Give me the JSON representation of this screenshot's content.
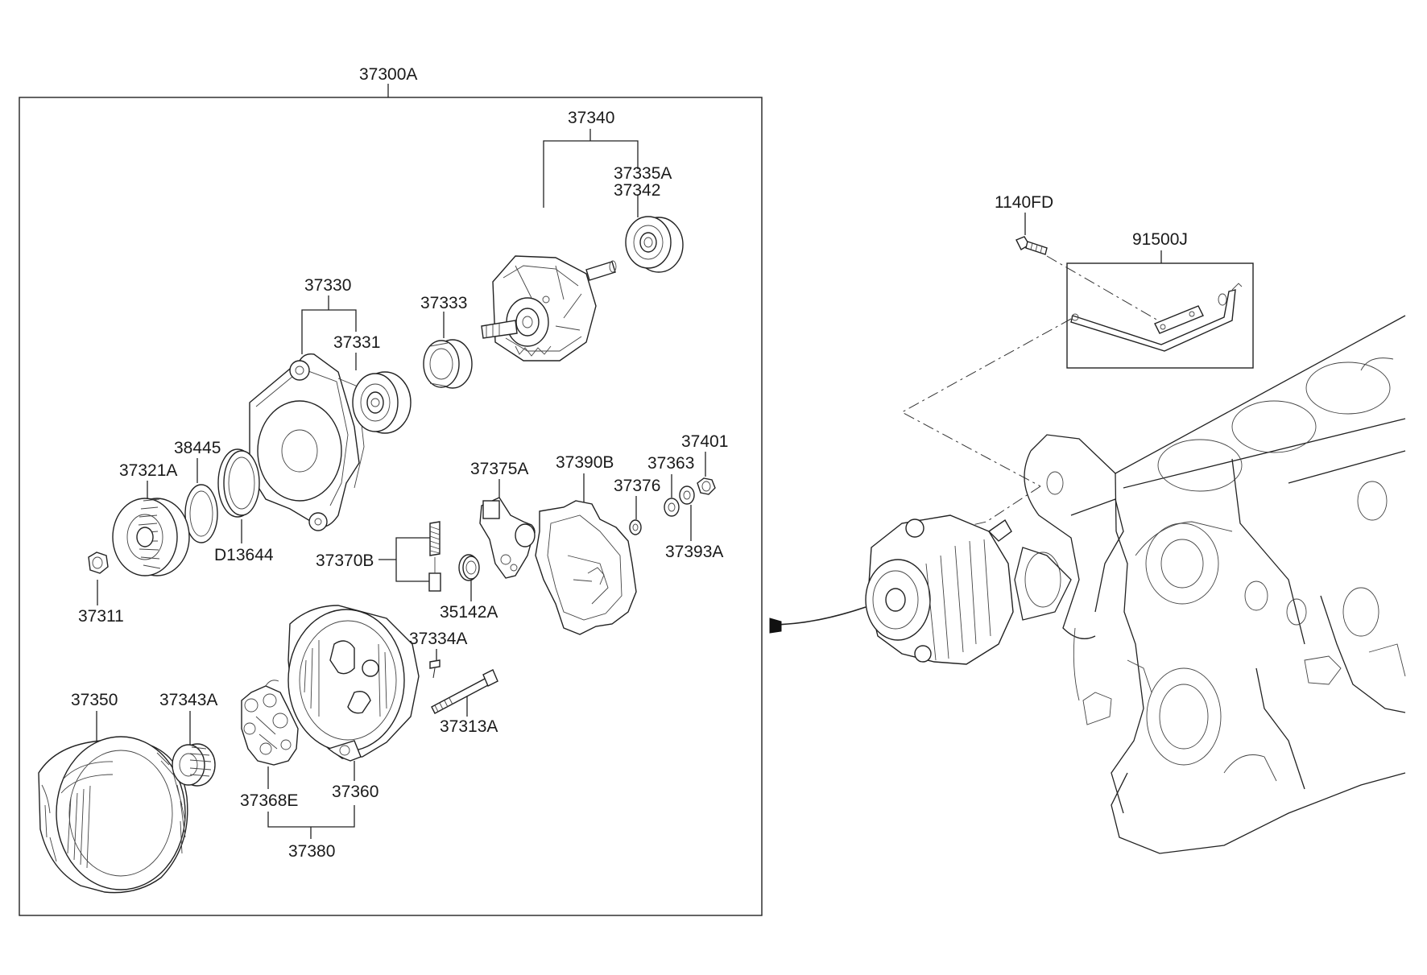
{
  "labels": {
    "assembly": "37300A",
    "rotor": "37340",
    "bearing_rear": "37335A",
    "bearing_rear_alt": "37342",
    "front_bracket": "37330",
    "front_bearing": "37331",
    "spacer": "37333",
    "washer": "38445",
    "pulley": "37321A",
    "seal": "D13644",
    "nut": "37311",
    "brush_holder": "37375A",
    "brush_set": "37370B",
    "rear_cover": "37390B",
    "washer_small": "37376",
    "terminal_nut": "37363",
    "nut_b": "37401",
    "insulator": "37393A",
    "bushing": "35142A",
    "screw": "37334A",
    "through_bolt": "37313A",
    "stator": "37350",
    "rear_bearing": "37343A",
    "rectifier": "37368E",
    "rear_bracket": "37360",
    "rear_assembly": "37380",
    "bolt": "1140FD",
    "harness_bracket": "91500J"
  }
}
